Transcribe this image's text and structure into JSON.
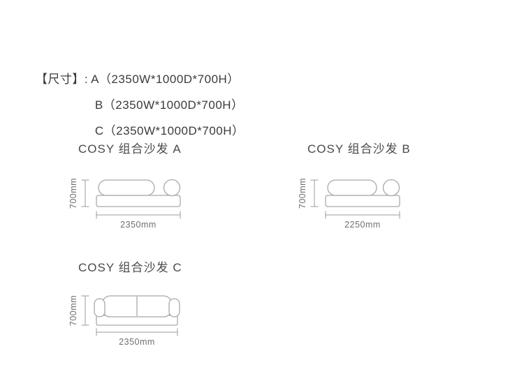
{
  "page": {
    "background": "#ffffff"
  },
  "spec": {
    "prefix": "【尺寸】:",
    "lines": [
      "A（2350W*1000D*700H）",
      "B（2350W*1000D*700H）",
      "C（2350W*1000D*700H）"
    ]
  },
  "diagrams": [
    {
      "title": "COSY 组合沙发 A",
      "height_label": "700mm",
      "width_label": "2350mm"
    },
    {
      "title": "COSY 组合沙发 B",
      "height_label": "700mm",
      "width_label": "2250mm"
    },
    {
      "title": "COSY 组合沙发 C",
      "height_label": "700mm",
      "width_label": "2350mm"
    }
  ],
  "colors": {
    "text": "#3b3b3b",
    "dim_text": "#6f6f6f",
    "line": "#a9a9a9"
  }
}
